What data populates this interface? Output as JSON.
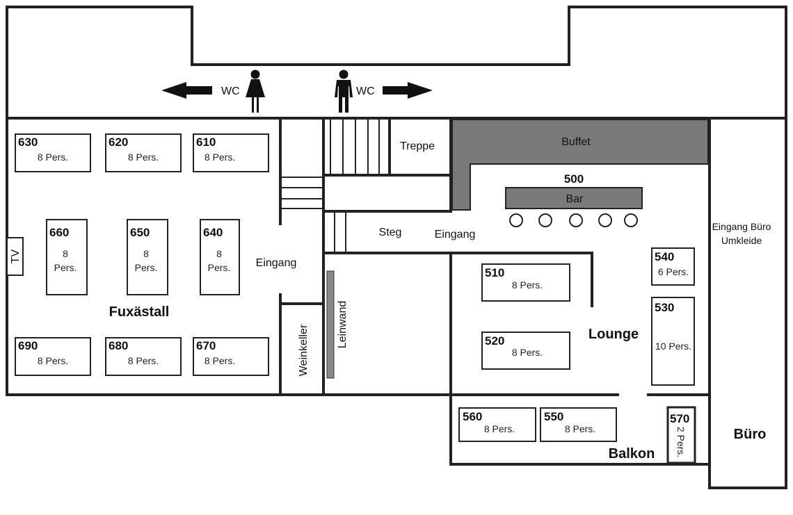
{
  "restrooms": {
    "women_label": "WC",
    "men_label": "WC"
  },
  "rooms": {
    "fuxastall": "Fuxästall",
    "lounge": "Lounge",
    "balkon": "Balkon",
    "buero": "Büro",
    "weinkeller": "Weinkeller",
    "leinwand": "Leinwand",
    "treppe": "Treppe",
    "steg": "Steg",
    "buffet": "Buffet",
    "tv": "TV"
  },
  "entrances": {
    "fuxastall": "Eingang",
    "lounge": "Eingang",
    "buero_line1": "Eingang Büro",
    "buero_line2": "Umkleide"
  },
  "bar": {
    "number": "500",
    "label": "Bar",
    "stools": 5
  },
  "tables": [
    {
      "id": "630",
      "pers": "8 Pers."
    },
    {
      "id": "620",
      "pers": "8 Pers."
    },
    {
      "id": "610",
      "pers": "8 Pers."
    },
    {
      "id": "660",
      "pers_line1": "8",
      "pers_line2": "Pers."
    },
    {
      "id": "650",
      "pers_line1": "8",
      "pers_line2": "Pers."
    },
    {
      "id": "640",
      "pers_line1": "8",
      "pers_line2": "Pers."
    },
    {
      "id": "690",
      "pers": "8 Pers."
    },
    {
      "id": "680",
      "pers": "8 Pers."
    },
    {
      "id": "670",
      "pers": "8 Pers."
    },
    {
      "id": "510",
      "pers": "8 Pers."
    },
    {
      "id": "520",
      "pers": "8 Pers."
    },
    {
      "id": "540",
      "pers": "6 Pers."
    },
    {
      "id": "530",
      "pers": "10 Pers."
    },
    {
      "id": "560",
      "pers": "8 Pers."
    },
    {
      "id": "550",
      "pers": "8 Pers."
    },
    {
      "id": "570",
      "pers": "2 Pers."
    }
  ]
}
